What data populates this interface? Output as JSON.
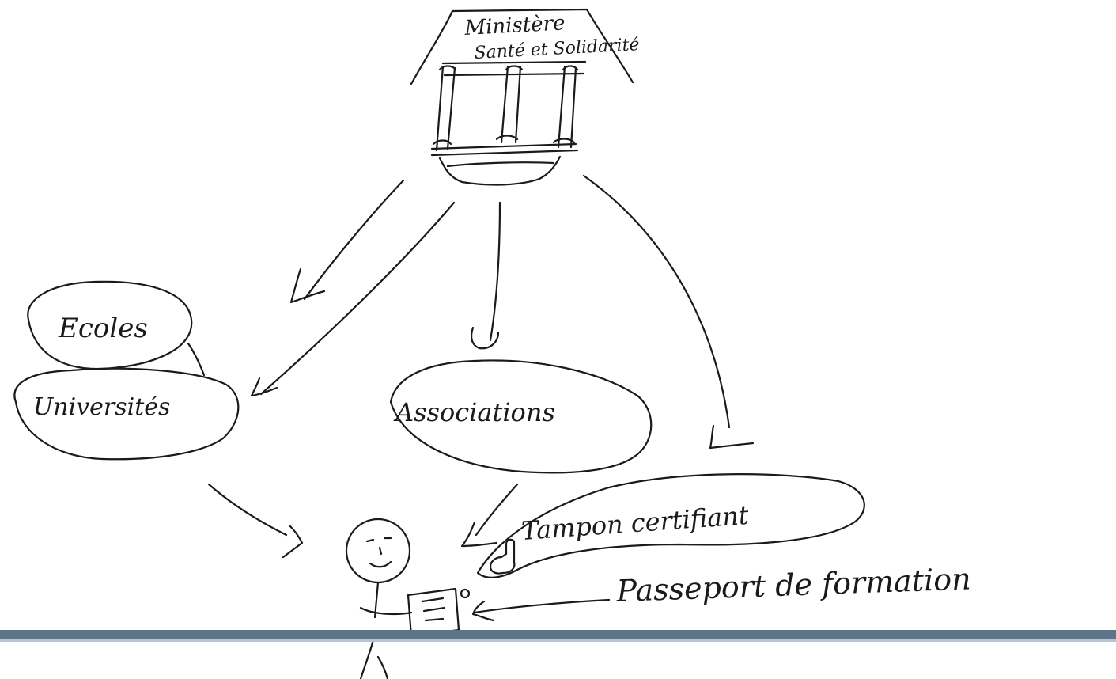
{
  "nodes": {
    "ministry": {
      "line1": "Ministère",
      "line2": "Santé et Solidarité"
    },
    "schools": "Ecoles",
    "universities": "Universités",
    "associations": "Associations",
    "stamp": "Tampon certifiant",
    "passport": "Passeport de formation"
  },
  "colors": {
    "ink": "#1a1a1a",
    "footer_bar": "#5f7388"
  }
}
